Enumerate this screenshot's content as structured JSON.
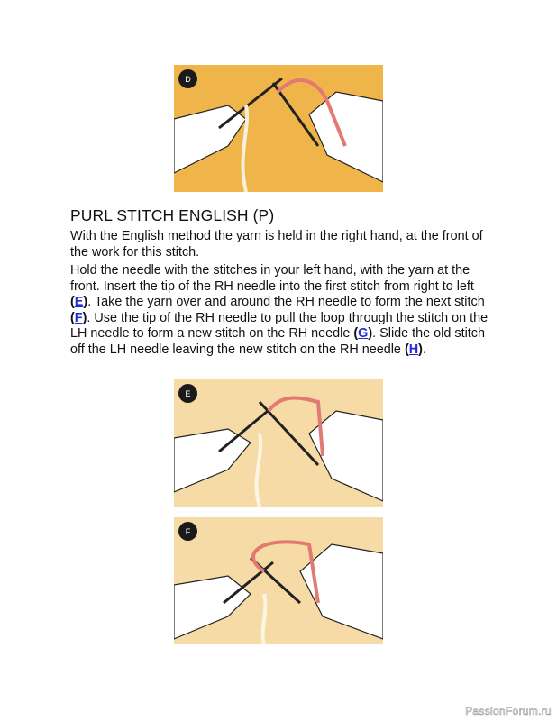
{
  "figures": [
    {
      "label": "D",
      "bg": "#f0b54a"
    },
    {
      "label": "E",
      "bg": "#f6dba6"
    },
    {
      "label": "F",
      "bg": "#f6dba6"
    }
  ],
  "title": "PURL STITCH ENGLISH (P)",
  "paragraph1": "With the English method the yarn is held in the right hand, at the front of the work for this stitch.",
  "paragraph2": {
    "s1": "Hold the needle with the stitches in your left hand, with the yarn at the front. Insert the tip of the RH needle into the first stitch from right to left ",
    "ref_e": "E",
    "s2": ". Take the yarn over and around the RH needle to form the next stitch ",
    "ref_f": "F",
    "s3": ". Use the tip of the RH needle to pull the loop through the stitch on the LH needle to form a new stitch on the RH needle ",
    "ref_g": "G",
    "s4": ". Slide the old stitch off the LH needle leaving the new stitch on the RH needle ",
    "ref_h": "H",
    "s5": "."
  },
  "paren_open": "(",
  "paren_close": ")",
  "watermark": "PassionForum.ru",
  "colors": {
    "yarn": "#e07a72",
    "link": "#1f2bd6"
  }
}
